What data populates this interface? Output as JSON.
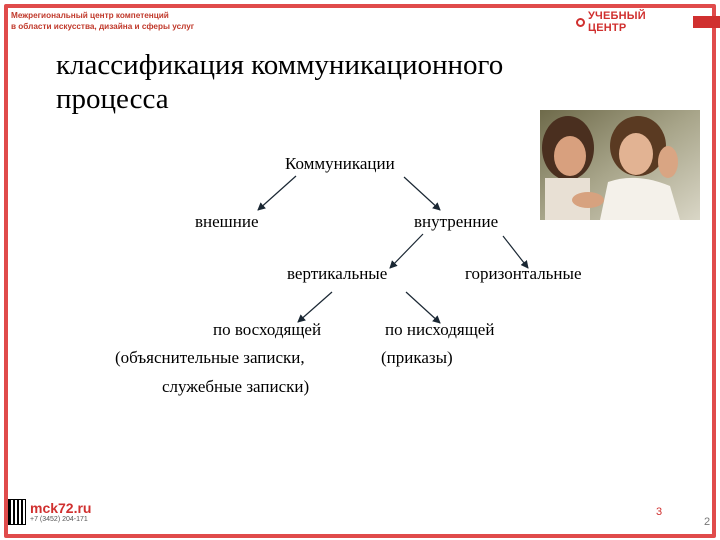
{
  "header": {
    "org_line1": "Межрегиональный центр компетенций",
    "org_line2": "в области искусства, дизайна и сферы услуг",
    "brand_name": "УЧЕБНЫЙ ЦЕНТР",
    "brand_color": "#d0302f"
  },
  "title": {
    "line1": "классификация коммуникационного",
    "line2": "процесса"
  },
  "diagram": {
    "root": "Коммуникации",
    "external": "внешние",
    "internal": "внутренние",
    "vertical": "вертикальные",
    "horizontal": "горизонтальные",
    "upward": "по восходящей",
    "downward": "по нисходящей",
    "upward_examples_line1": "(объяснительные записки,",
    "upward_examples_line2": "служебные записки)",
    "downward_examples": "(приказы)"
  },
  "photo": {
    "icon": "two-women-photo"
  },
  "footer": {
    "site": "mck72.ru",
    "phone": "+7 (3452) 204-171",
    "page_number": "3",
    "slide_number": "2"
  }
}
